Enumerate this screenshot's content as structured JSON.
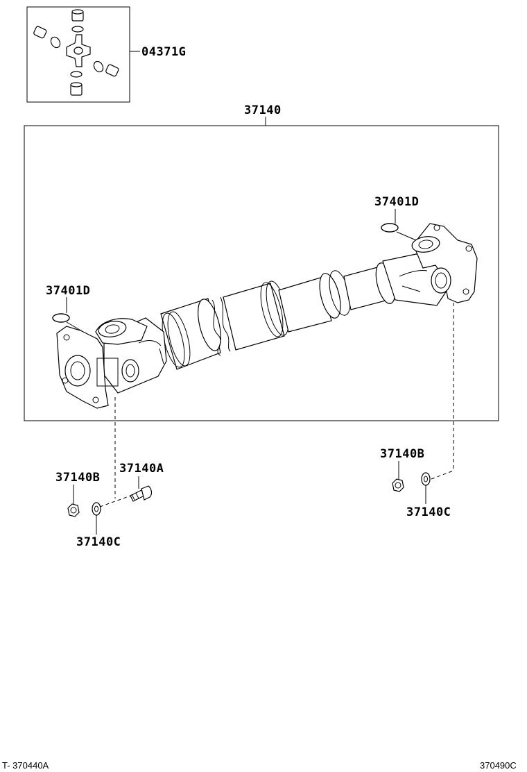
{
  "parts": {
    "universal_joint_kit": "04371G",
    "propeller_shaft_assy": "37140",
    "snap_ring_left": "37401D",
    "snap_ring_right": "37401D",
    "bolt": "37140A",
    "nut_left": "37140B",
    "washer_left": "37140C",
    "nut_right": "37140B",
    "washer_right": "37140C"
  },
  "footer": {
    "left_ref": "T- 370440A",
    "right_ref": "370490C"
  }
}
